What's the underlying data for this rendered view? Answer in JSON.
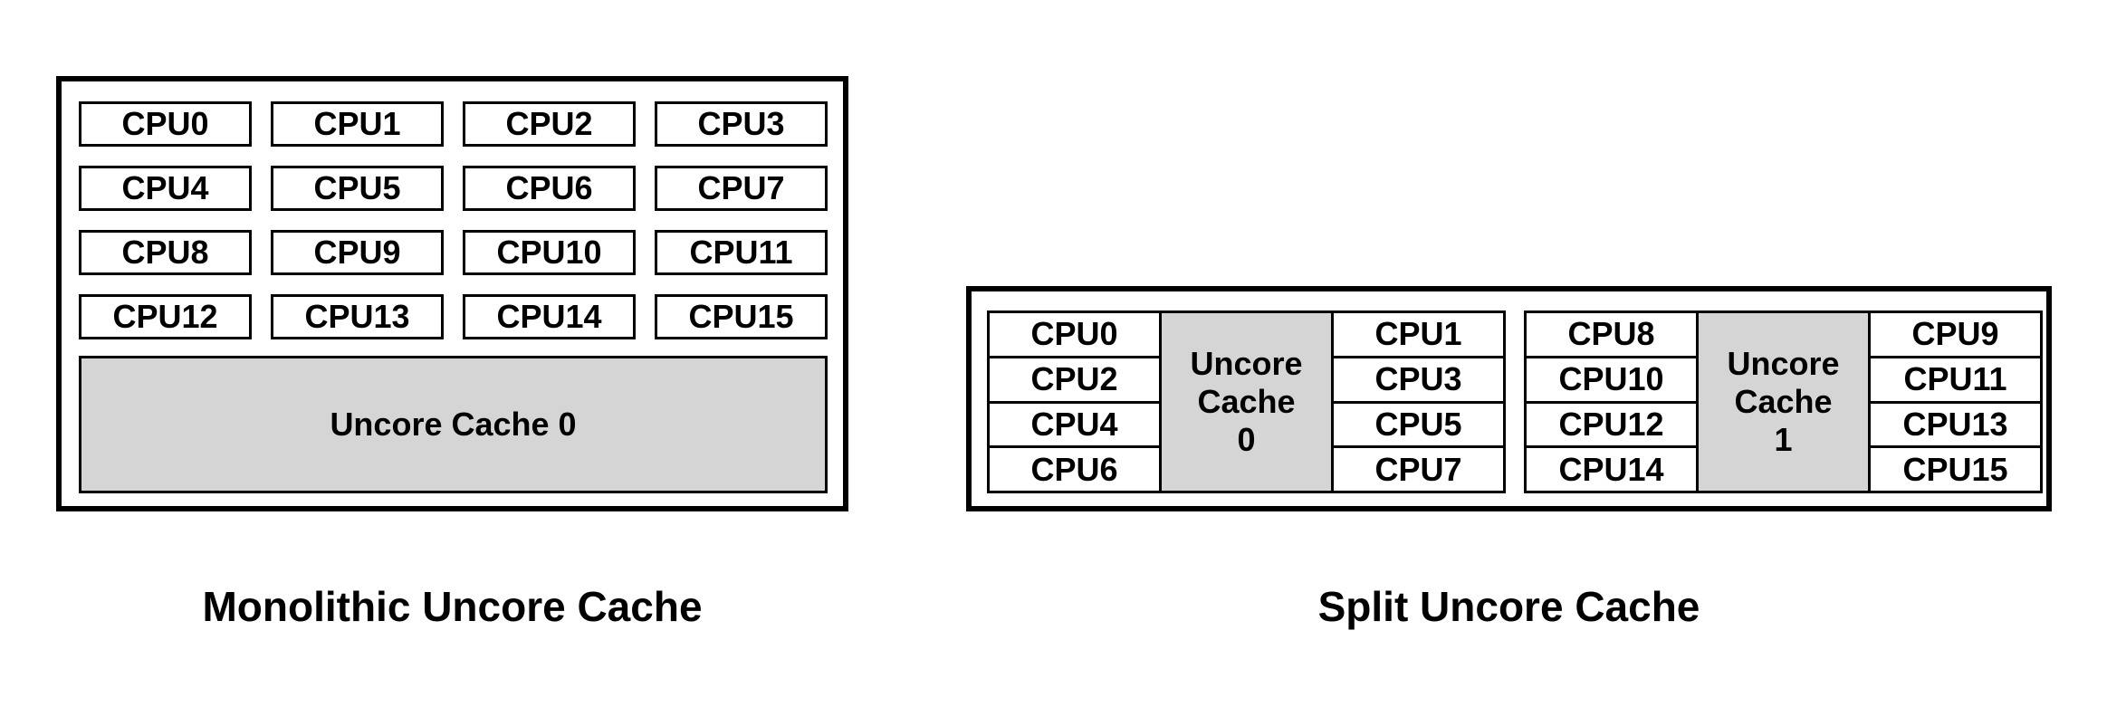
{
  "colors": {
    "cache_fill": "#d5d5d5",
    "border": "#000000",
    "background": "#ffffff",
    "text": "#000000"
  },
  "diagrams": [
    {
      "id": "monolithic",
      "caption": "Monolithic Uncore Cache",
      "cpus": [
        "CPU0",
        "CPU1",
        "CPU2",
        "CPU3",
        "CPU4",
        "CPU5",
        "CPU6",
        "CPU7",
        "CPU8",
        "CPU9",
        "CPU10",
        "CPU11",
        "CPU12",
        "CPU13",
        "CPU14",
        "CPU15"
      ],
      "cache_label": "Uncore Cache 0"
    },
    {
      "id": "split",
      "caption": "Split Uncore Cache",
      "groups": [
        {
          "left_cpus": [
            "CPU0",
            "CPU2",
            "CPU4",
            "CPU6"
          ],
          "cache_lines": [
            "Uncore",
            "Cache",
            "0"
          ],
          "right_cpus": [
            "CPU1",
            "CPU3",
            "CPU5",
            "CPU7"
          ]
        },
        {
          "left_cpus": [
            "CPU8",
            "CPU10",
            "CPU12",
            "CPU14"
          ],
          "cache_lines": [
            "Uncore",
            "Cache",
            "1"
          ],
          "right_cpus": [
            "CPU9",
            "CPU11",
            "CPU13",
            "CPU15"
          ]
        }
      ]
    }
  ]
}
